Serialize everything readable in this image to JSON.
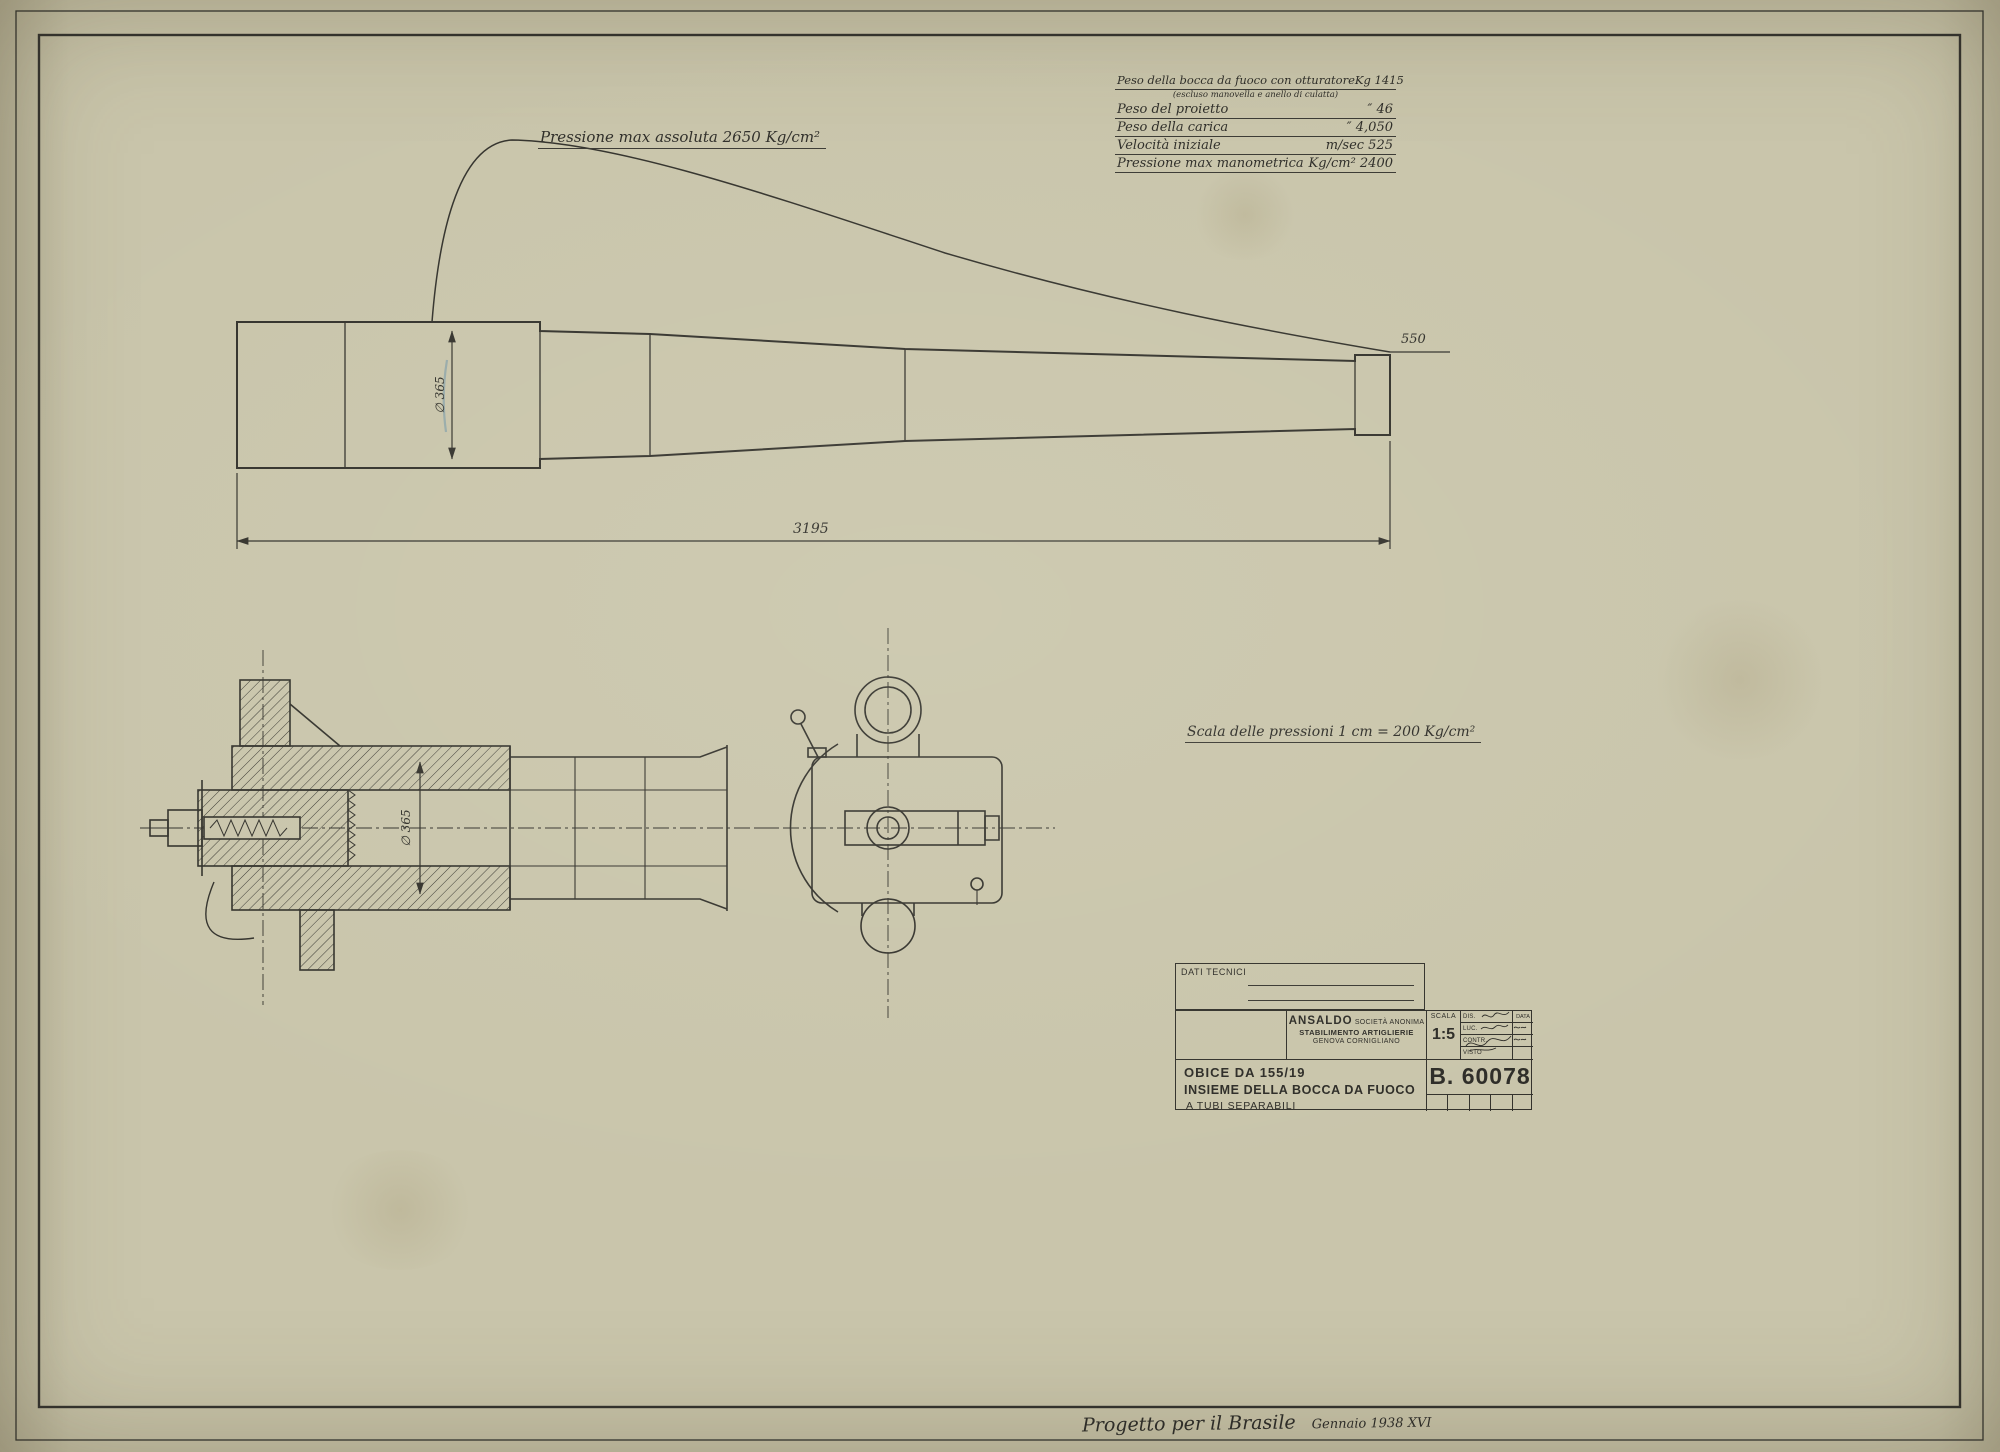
{
  "colors": {
    "paper": "#c9c5ab",
    "ink": "#33322c",
    "pencil_blue": "#6e93a8"
  },
  "spec_table": {
    "rows": [
      {
        "label": "Peso della bocca da fuoco con otturatore",
        "value": "Kg 1415"
      },
      {
        "label": "Peso del proietto",
        "value": "″  46"
      },
      {
        "label": "Peso della carica",
        "value": "″  4,050"
      },
      {
        "label": "Velocità iniziale",
        "value": "m/sec 525"
      },
      {
        "label": "Pressione max manometrica",
        "value": "Kg/cm² 2400"
      }
    ],
    "note": "(escluso manovella e anello di culatta)"
  },
  "annotations": {
    "pressure_max": "Pressione max assoluta 2650 Kg/cm²",
    "pressure_scale": "Scala delle pressioni 1 cm = 200 Kg/cm²",
    "project_note": "Progetto per il Brasile",
    "project_date": "Gennaio 1938 XVI"
  },
  "dimensions": {
    "barrel_length": "3195",
    "muzzle": "550",
    "breech_diameter_side": "∅ 365",
    "breech_diameter_section": "∅ 365"
  },
  "title_block": {
    "dati_tecnici": "DATI TECNICI",
    "company_name": "ANSALDO",
    "company_type": "SOCIETÀ ANONIMA",
    "company_line2": "STABILIMENTO ARTIGLIERIE",
    "company_line3": "GENOVA CORNIGLIANO",
    "scala_label": "SCALA",
    "scala_value": "1:5",
    "approval_rows": [
      "DIS.",
      "LUC.",
      "CONTR.",
      "VISTO"
    ],
    "data_label": "DATA",
    "title_line1": "OBICE DA 155/19",
    "title_line2": "INSIEME DELLA BOCCA DA FUOCO",
    "title_line3": "A TUBI SEPARABILI",
    "drawing_number": "B. 60078"
  }
}
